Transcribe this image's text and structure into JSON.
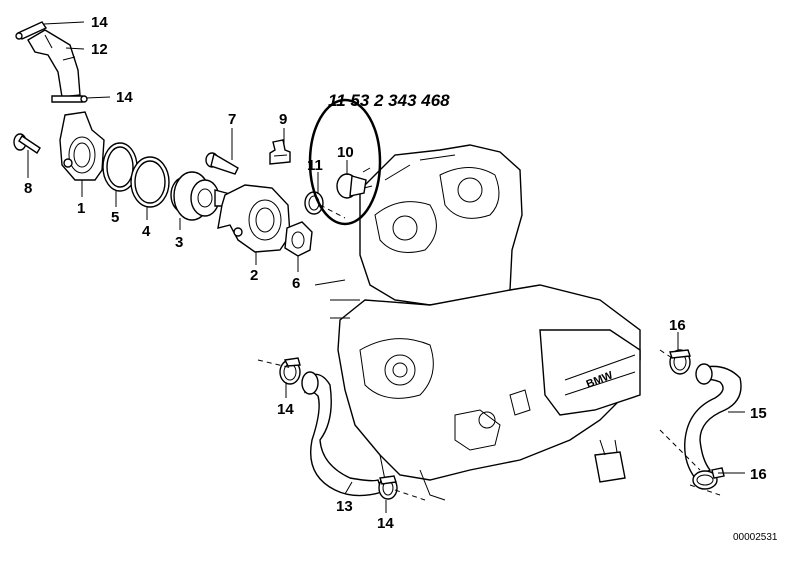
{
  "part_number": "11 53 2 343 468",
  "diagram_number": "00002531",
  "engine_brand": "BMW",
  "callouts": {
    "c1": "1",
    "c2": "2",
    "c3": "3",
    "c4": "4",
    "c5": "5",
    "c6": "6",
    "c7": "7",
    "c8": "8",
    "c9": "9",
    "c10": "10",
    "c11": "11",
    "c12": "12",
    "c13": "13",
    "c14a": "14",
    "c14b": "14",
    "c14c": "14",
    "c14d": "14",
    "c15": "15",
    "c16a": "16",
    "c16b": "16"
  },
  "highlight_color": "#000000"
}
